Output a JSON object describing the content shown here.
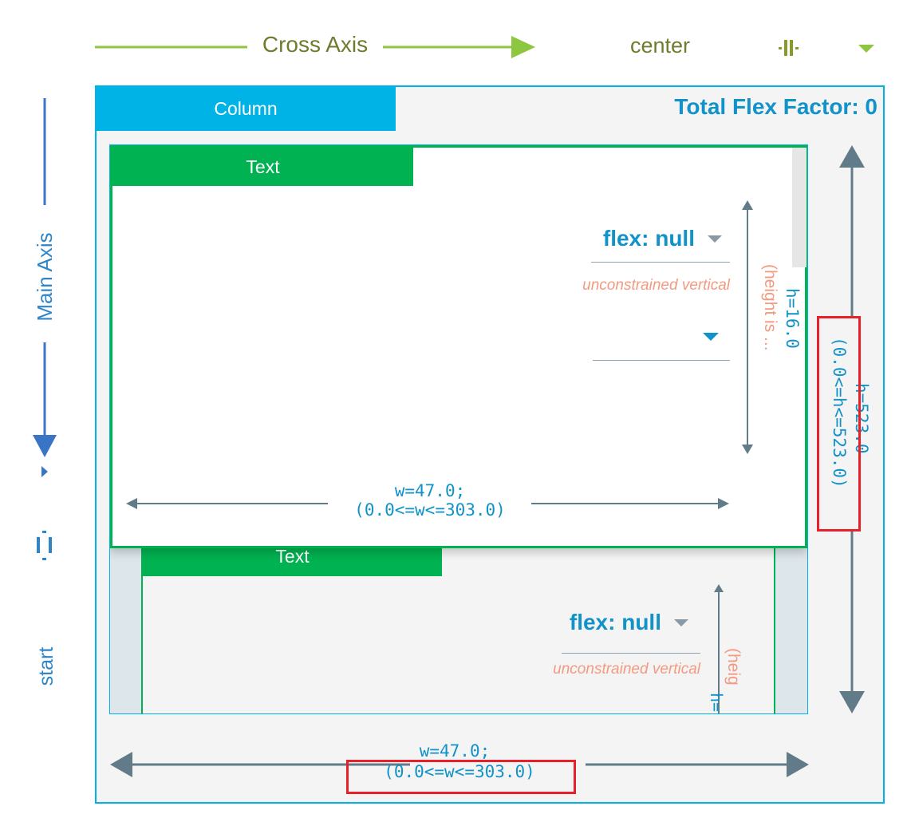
{
  "cross_axis": {
    "label": "Cross Axis",
    "alignment": "center"
  },
  "main_axis": {
    "label": "Main Axis",
    "alignment": "start"
  },
  "column": {
    "title": "Column",
    "total_flex": "Total Flex Factor: 0"
  },
  "outer": {
    "height_value": "h=523.0",
    "height_constraint": "(0.0<=h<=523.0)",
    "width_value": "w=47.0;",
    "width_constraint": "(0.0<=w<=303.0)"
  },
  "children": [
    {
      "title": "Text",
      "flex": "flex: null",
      "unconstrained": "unconstrained vertical",
      "height_value": "h=16.0",
      "height_note": "(height is ...",
      "width_value": "w=47.0;",
      "width_constraint": "(0.0<=w<=303.0)"
    },
    {
      "title": "Text",
      "flex": "flex: null",
      "unconstrained": "unconstrained vertical",
      "height_value": "h=",
      "height_note": "(heig"
    }
  ],
  "colors": {
    "accent": "#00b3e6",
    "child": "#00b251",
    "axis_green": "#8dc63f",
    "axis_blue": "#3a74c4",
    "warn": "#f39a80",
    "arrow": "#627b88"
  }
}
